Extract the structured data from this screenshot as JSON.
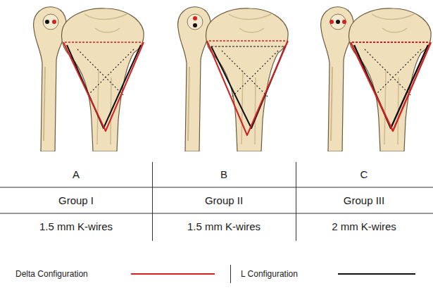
{
  "diagram": {
    "labels": [
      "A",
      "B",
      "C",
      "Group I",
      "Group II",
      "Group III",
      "1.5 mm K-wires",
      "1.5 mm K-wires",
      "2 mm K-wires"
    ],
    "legend": [
      {
        "text": "Delta Configuration"
      },
      {
        "text": "L Configuration"
      }
    ]
  }
}
